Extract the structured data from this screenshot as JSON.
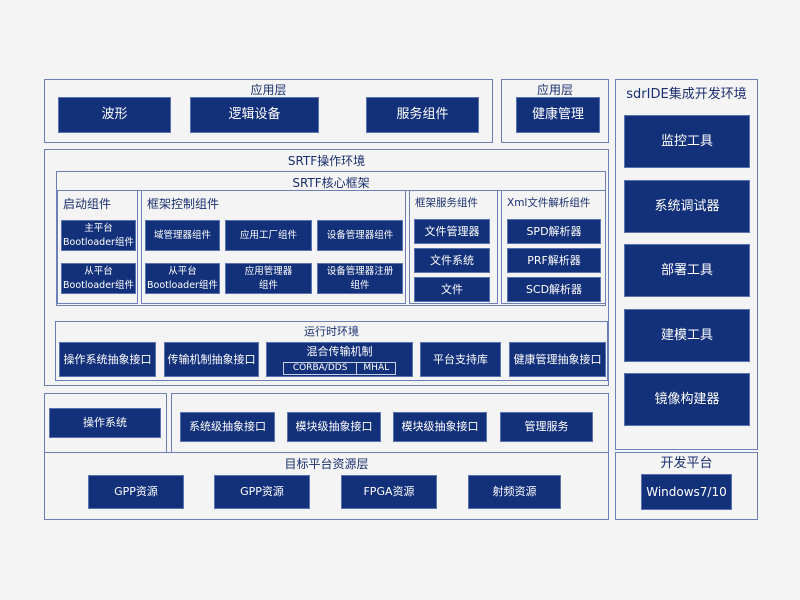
{
  "app_layer": {
    "title": "应用层",
    "items": [
      "波形",
      "逻辑设备",
      "服务组件"
    ]
  },
  "app_layer2": {
    "title": "应用层",
    "items": [
      "健康管理"
    ]
  },
  "ide": {
    "title": "sdrIDE集成开发环境",
    "items": [
      "监控工具",
      "系统调试器",
      "部署工具",
      "建模工具",
      "镜像构建器"
    ]
  },
  "dev_platform": {
    "title": "开发平台",
    "items": [
      "Windows7/10"
    ]
  },
  "srtf": {
    "title": "SRTF操作环境",
    "core": {
      "title": "SRTF核心框架",
      "boot": {
        "title": "启动组件",
        "items": [
          [
            "主平台",
            "Bootloader组件"
          ],
          [
            "从平台",
            "Bootloader组件"
          ]
        ]
      },
      "control": {
        "title": "框架控制组件",
        "items": [
          [
            "域管理器组件"
          ],
          [
            "应用工厂组件"
          ],
          [
            "设备管理器组件"
          ],
          [
            "从平台",
            "Bootloader组件"
          ],
          [
            "应用管理器",
            "组件"
          ],
          [
            "设备管理器注册",
            "组件"
          ]
        ]
      },
      "service": {
        "title": "框架服务组件",
        "items": [
          "文件管理器",
          "文件系统",
          "文件"
        ]
      },
      "xml": {
        "title": "Xml文件解析组件",
        "items": [
          "SPD解析器",
          "PRF解析器",
          "SCD解析器"
        ]
      }
    },
    "runtime": {
      "title": "运行时环境",
      "items": [
        "操作系统抽象接口",
        "传输机制抽象接口",
        "混合传输机制",
        "平台支持库",
        "健康管理抽象接口"
      ],
      "hybrid_sub": [
        "CORBA/DDS",
        "MHAL"
      ]
    }
  },
  "os": {
    "items": [
      "操作系统"
    ]
  },
  "interfaces": {
    "items": [
      "系统级抽象接口",
      "模块级抽象接口",
      "模块级抽象接口",
      "管理服务"
    ]
  },
  "target": {
    "title": "目标平台资源层",
    "items": [
      "GPP资源",
      "GPP资源",
      "FPGA资源",
      "射频资源"
    ]
  },
  "colors": {
    "navy": "#13307a",
    "border": "#6d80b6",
    "background": "#f4f4f5"
  }
}
